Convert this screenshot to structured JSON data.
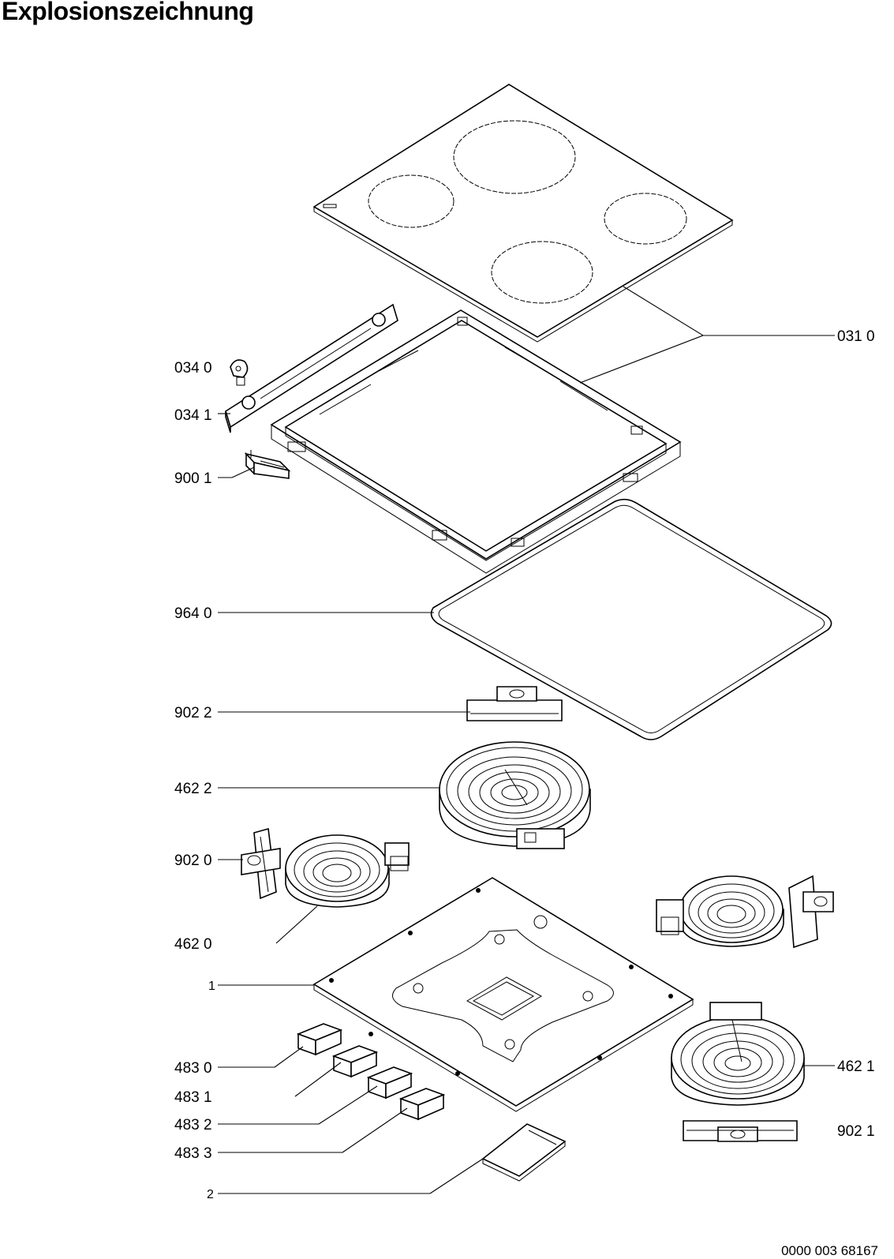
{
  "title": "Explosionszeichnung",
  "drawing_number": "0000 003 68167",
  "labels": {
    "l0310": "031 0",
    "l0340": "034 0",
    "l0341": "034 1",
    "l9001": "900 1",
    "l9640": "964 0",
    "l9022": "902 2",
    "l4622": "462 2",
    "l9020": "902 0",
    "l4620": "462 0",
    "l1": "1",
    "l4830": "483 0",
    "l4831": "483 1",
    "l4832": "483 2",
    "l4833": "483 3",
    "l2": "2",
    "l4621": "462 1",
    "l9021": "902 1"
  }
}
